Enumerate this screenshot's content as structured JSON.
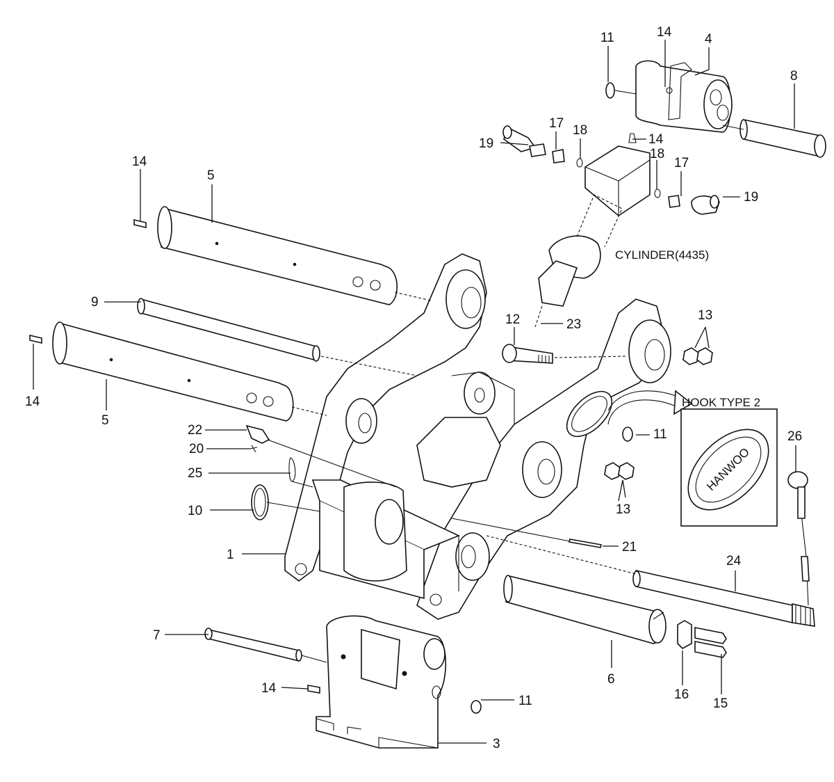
{
  "callouts": {
    "c1": "1",
    "c3": "3",
    "c4": "4",
    "c5a": "5",
    "c5b": "5",
    "c6": "6",
    "c7": "7",
    "c8": "8",
    "c9": "9",
    "c10": "10",
    "c11a": "11",
    "c11b": "11",
    "c11c": "11",
    "c12": "12",
    "c13a": "13",
    "c13b": "13",
    "c14a": "14",
    "c14b": "14",
    "c14c": "14",
    "c14d": "14",
    "c14e": "14",
    "c15": "15",
    "c16": "16",
    "c17a": "17",
    "c17b": "17",
    "c18a": "18",
    "c18b": "18",
    "c19a": "19",
    "c19b": "19",
    "c20": "20",
    "c21": "21",
    "c22": "22",
    "c23": "23",
    "c24": "24",
    "c25": "25",
    "c26": "26"
  },
  "labels": {
    "cylinder": "CYLINDER(4435)",
    "hook_type": "HOOK TYPE 2",
    "brand": "HANWOO"
  }
}
